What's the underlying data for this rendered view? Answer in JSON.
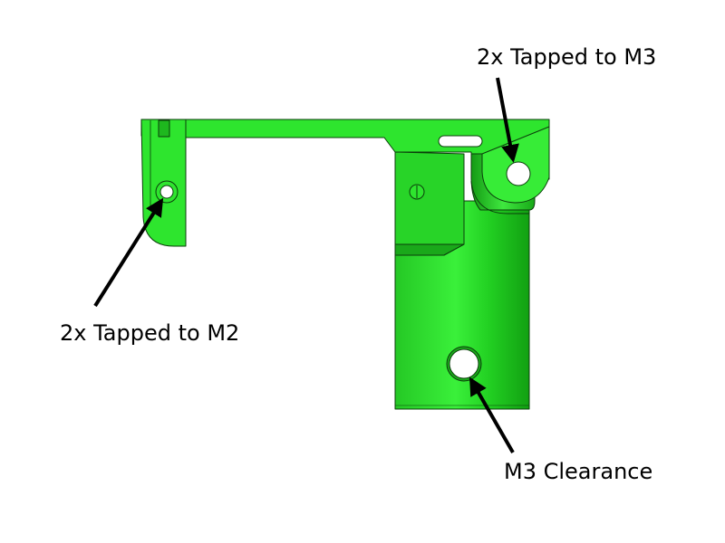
{
  "colors": {
    "part": "#2ee52e",
    "part_light": "#6ff56f",
    "part_dark": "#1aa81a",
    "part_edge": "#0b3d0b",
    "arrow": "#000000",
    "background": "#ffffff"
  },
  "callouts": {
    "top_right": "2x Tapped to M3",
    "left": "2x Tapped to M2",
    "bottom": "M3 Clearance"
  }
}
